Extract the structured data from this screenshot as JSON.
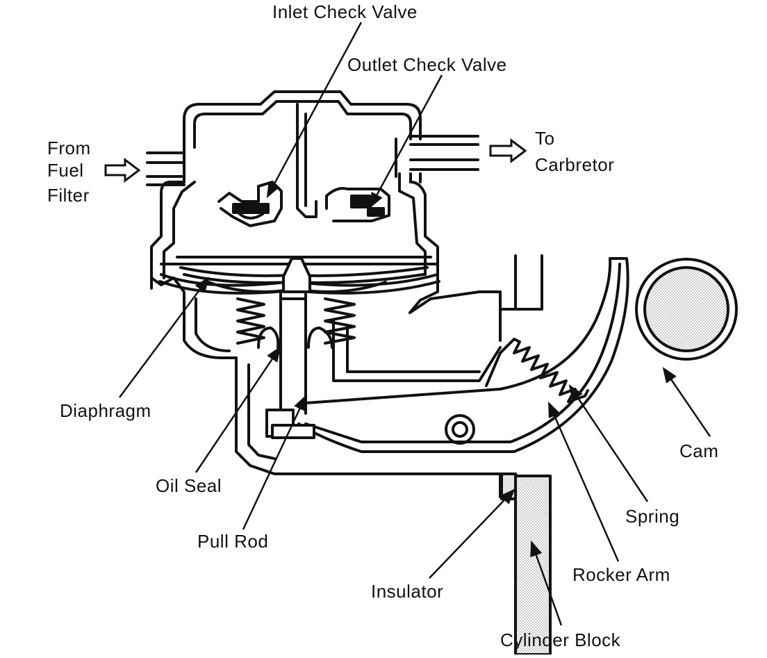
{
  "labels": {
    "inlet_check_valve": "Inlet Check Valve",
    "outlet_check_valve": "Outlet Check Valve",
    "from_fuel_filter": [
      "From",
      "Fuel",
      "Filter"
    ],
    "to_carburetor": [
      "To",
      "Carbretor"
    ],
    "diaphragm": "Diaphragm",
    "oil_seal": "Oil Seal",
    "pull_rod": "Pull Rod",
    "cam": "Cam",
    "spring": "Spring",
    "rocker_arm": "Rocker Arm",
    "insulator": "Insulator",
    "cylinder_block": "Cylinder Block"
  },
  "colors": {
    "ink": "#111111",
    "paper": "#ffffff",
    "shade": "#bdbdbd"
  }
}
